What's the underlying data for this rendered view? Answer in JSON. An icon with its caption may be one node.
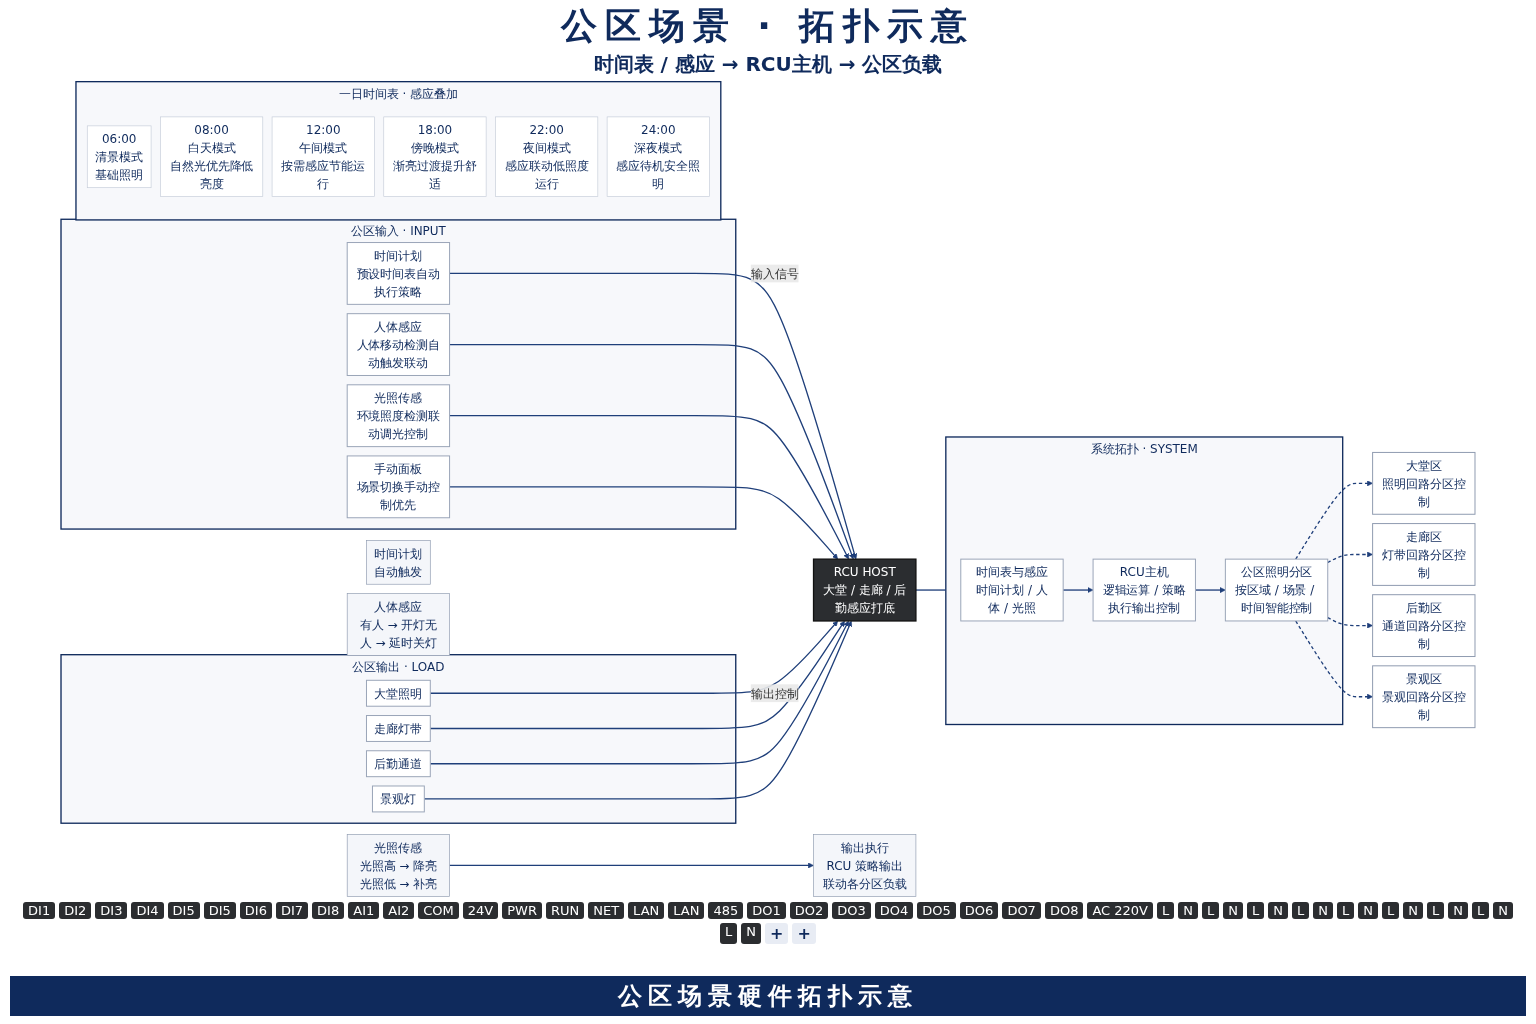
{
  "diagram": {
    "title": "公区场景 · 拓扑示意",
    "caption": "公区场景硬件拓扑示意",
    "nodes": [
      {
        "text": [
          "公区输入 · INPUT"
        ]
      },
      {
        "text": [
          "时间计划",
          "预设时间表自动执行策略"
        ],
        "in": 0
      },
      {
        "text": [
          "人体感应",
          "人体移动检测自动触发联动"
        ],
        "in": 0
      },
      {
        "text": [
          "光照传感",
          "环境照度检测联动调光控制"
        ],
        "in": 0
      },
      {
        "text": [
          "手动面板",
          "场景切换手动控制优先"
        ],
        "in": 0
      },
      {
        "text": [
          "公区输出 · LOAD"
        ]
      },
      {
        "text": [
          "大堂照明"
        ],
        "in": 5
      },
      {
        "text": [
          "走廊灯带"
        ],
        "in": 5
      },
      {
        "text": [
          "后勤通道"
        ],
        "in": 5
      },
      {
        "text": [
          "景观灯"
        ],
        "in": 5
      },
      {
        "text": [
          "RCU HOST",
          "大堂 / 走廊 / 后勤感应打底"
        ]
      },
      {
        "text": [
          "系统拓扑 · SYSTEM"
        ]
      },
      {
        "text": [
          "时间表与感应",
          "时间计划 / 人体 / 光照"
        ],
        "in": 11
      },
      {
        "text": [
          "RCU主机",
          "逻辑运算 / 策略执行输出控制"
        ],
        "in": 11
      },
      {
        "text": [
          "公区照明分区",
          "按区域 / 场景 / 时间智能控制"
        ],
        "in": 11
      },
      {
        "text": [
          "一日时间表 · 感应叠加"
        ]
      },
      {
        "text": [
          "06:00",
          "清景模式",
          "基础照明"
        ],
        "in": 15
      },
      {
        "text": [
          "08:00",
          "白天模式",
          "自然光优先降低亮度"
        ],
        "in": 15
      },
      {
        "text": [
          "12:00",
          "午间模式",
          "按需感应节能运行"
        ],
        "in": 15
      },
      {
        "text": [
          "18:00",
          "傍晚模式",
          "渐亮过渡提升舒适"
        ],
        "in": 15
      },
      {
        "text": [
          "22:00",
          "夜间模式",
          "感应联动低照度运行"
        ],
        "in": 15
      },
      {
        "text": [
          "24:00",
          "深夜模式",
          "感应待机安全照明"
        ],
        "in": 15
      },
      {
        "text": [
          "大堂区",
          "照明回路分区控制"
        ]
      },
      {
        "text": [
          "走廊区",
          "灯带回路分区控制"
        ]
      },
      {
        "text": [
          "后勤区",
          "通道回路分区控制"
        ]
      },
      {
        "text": [
          "景观区",
          "景观回路分区控制"
        ]
      },
      {
        "text": [
          "时间计划",
          "自动触发"
        ]
      },
      {
        "text": [
          "人体感应",
          "有人 → 开灯无人 → 延时关灯"
        ]
      },
      {
        "text": [
          "光照传感",
          "光照高 → 降亮光照低 → 补亮"
        ]
      },
      {
        "text": [
          "输出执行",
          "RCU 策略输出联动各分区负载"
        ]
      }
    ],
    "edges": [
      {
        "from": 1,
        "to": 10,
        "arrow": "to",
        "label": "输入信号"
      },
      {
        "from": 2,
        "to": 10,
        "arrow": "to"
      },
      {
        "from": 3,
        "to": 10,
        "arrow": "to"
      },
      {
        "from": 4,
        "to": 10,
        "arrow": "to"
      },
      {
        "from": 6,
        "to": 10,
        "arrow": "to",
        "label": "输出控制"
      },
      {
        "from": 7,
        "to": 10,
        "arrow": "to"
      },
      {
        "from": 8,
        "to": 10,
        "arrow": "to"
      },
      {
        "from": 9,
        "to": 10,
        "arrow": "to"
      },
      {
        "from": 10,
        "to": 11,
        "arrow": "none"
      },
      {
        "from": 12,
        "to": 13,
        "arrow": "to"
      },
      {
        "from": 13,
        "to": 14,
        "arrow": "to"
      },
      {
        "from": 14,
        "to": 22,
        "arrow": "to",
        "style": "dashed"
      },
      {
        "from": 14,
        "to": 23,
        "arrow": "to",
        "style": "dashed"
      },
      {
        "from": 14,
        "to": 24,
        "arrow": "to",
        "style": "dashed"
      },
      {
        "from": 14,
        "to": 25,
        "arrow": "to",
        "style": "dashed"
      },
      {
        "from": 28,
        "to": 29,
        "arrow": "to"
      }
    ],
    "labels": [
      "时间表 / 感应 → RCU主机 → 公区负载",
      "DI1",
      "DI2",
      "DI3",
      "DI4",
      "DI5",
      "DI5",
      "DI6",
      "DI7",
      "DI8",
      "AI1",
      "AI2",
      "COM",
      "24V",
      "PWR",
      "RUN",
      "NET",
      "LAN",
      "LAN",
      "485",
      "DO1",
      "DO2",
      "DO3",
      "DO4",
      "DO5",
      "DO6",
      "DO7",
      "DO8",
      "AC 220V",
      "L",
      "N",
      "L",
      "N",
      "L",
      "N",
      "L",
      "N",
      "L",
      "N",
      "L",
      "N",
      "L",
      "N",
      "L",
      "N",
      "L",
      "N",
      "+",
      "+"
    ]
  }
}
